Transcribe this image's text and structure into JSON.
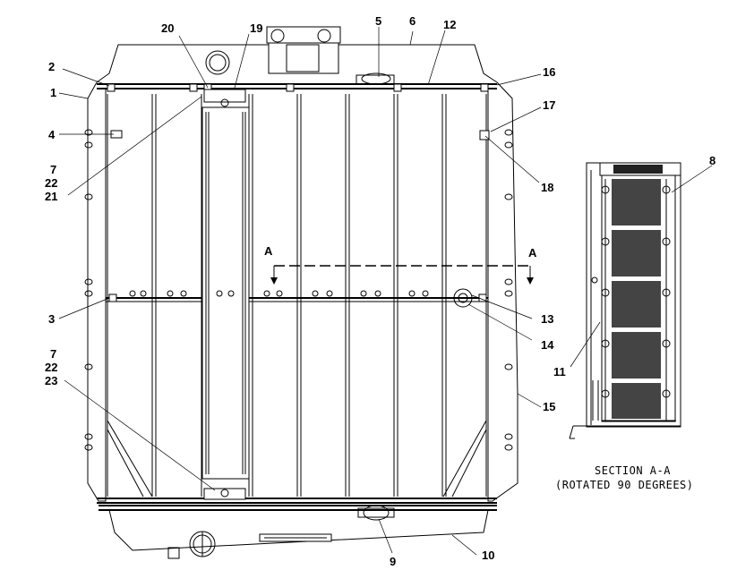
{
  "callouts": {
    "c1": "1",
    "c2": "2",
    "c3": "3",
    "c4": "4",
    "c5": "5",
    "c6": "6",
    "c7a": "7",
    "c22a": "22",
    "c21": "21",
    "c7b": "7",
    "c22b": "22",
    "c23": "23",
    "c8": "8",
    "c9": "9",
    "c10": "10",
    "c11": "11",
    "c12": "12",
    "c13": "13",
    "c14": "14",
    "c15": "15",
    "c16": "16",
    "c17": "17",
    "c18": "18",
    "c19": "19",
    "c20": "20"
  },
  "section_marker_left": "A",
  "section_marker_right": "A",
  "section_title": "SECTION A-A",
  "section_subtitle": "(ROTATED 90 DEGREES)"
}
